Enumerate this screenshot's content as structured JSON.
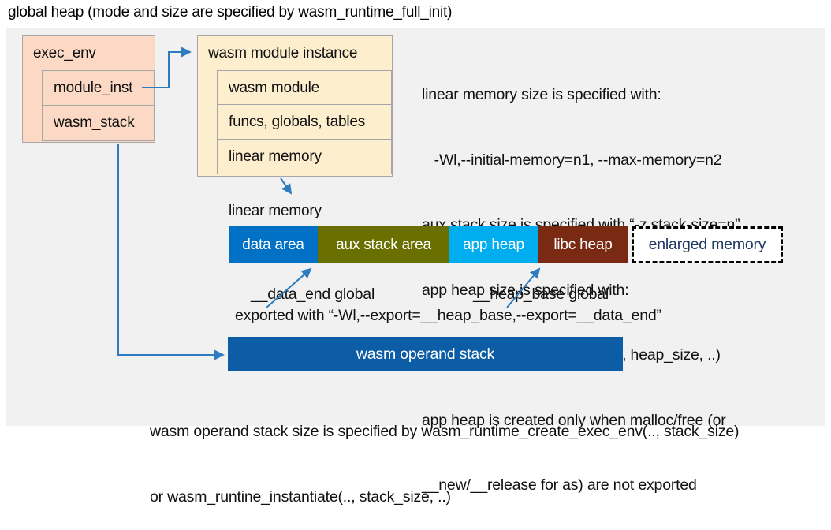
{
  "title": "global heap (mode and size are specified by wasm_runtime_full_init)",
  "exec_env_box": {
    "header": "exec_env",
    "rows": [
      {
        "label": "module_inst"
      },
      {
        "label": "wasm_stack"
      }
    ]
  },
  "module_instance_box": {
    "header": "wasm module instance",
    "rows": [
      {
        "label": "wasm module"
      },
      {
        "label": "funcs, globals, tables"
      },
      {
        "label": "linear memory"
      }
    ]
  },
  "notes_right": {
    "lines": [
      "linear memory size is specified with:",
      "   -Wl,--initial-memory=n1, --max-memory=n2",
      "aux stack size is specified with “-z stack-size=n”",
      "app heap size is specified with:",
      "   wasm_runtime_instantiate(.., heap_size, ..)",
      "app heap is created only when malloc/free (or",
      "__new/__release for as) are not exported"
    ]
  },
  "linear_memory": {
    "label": "linear memory",
    "segments": [
      {
        "label": "data area",
        "color": "#0071c5"
      },
      {
        "label": "aux stack area",
        "color": "#697000"
      },
      {
        "label": "app heap",
        "color": "#00aeef"
      },
      {
        "label": "libc heap",
        "color": "#7a2a12"
      }
    ],
    "enlarged": {
      "label": "enlarged memory",
      "text_color": "#1f3864"
    }
  },
  "globals_labels": {
    "data_end": "__data_end global",
    "heap_base": "__heap_base global",
    "exported": "exported with “-Wl,--export=__heap_base,--export=__data_end”"
  },
  "operand_stack": {
    "label": "wasm operand stack",
    "color": "#0c5da5"
  },
  "notes_bottom": {
    "lines": [
      "wasm operand stack size is specified by wasm_runtime_create_exec_env(.., stack_size)",
      "or wasm_runtine_instantiate(.., stack_size, ..)"
    ]
  },
  "colors": {
    "panel_background": "#f1f1f1",
    "struct_box_salmon": "#fbd9c5",
    "struct_box_cream": "#fdeecd",
    "box_border_gray": "#a6a6a6",
    "arrow_blue": "#2e7bbf",
    "enlarged_border": "#000000",
    "enlarged_text": "#1f3864"
  }
}
